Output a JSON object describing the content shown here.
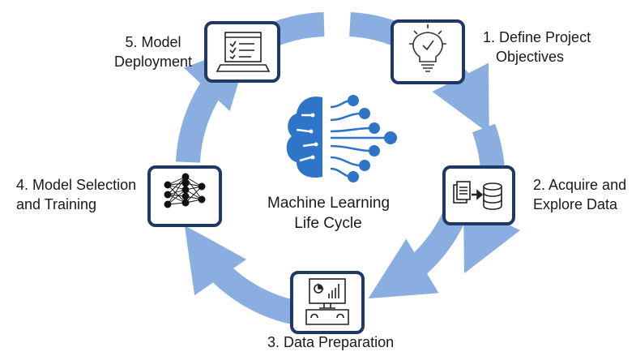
{
  "diagram": {
    "center": {
      "title_line1": "Machine Learning",
      "title_line2": "Life Cycle"
    },
    "steps": [
      {
        "line1": "1. Define Project",
        "line2": "Objectives",
        "icon": "lightbulb-icon"
      },
      {
        "line1": "2. Acquire and",
        "line2": "Explore Data",
        "icon": "document-to-database-icon"
      },
      {
        "line1": "3. Data Preparation",
        "line2": "",
        "icon": "computer-workstation-icon"
      },
      {
        "line1": "4. Model Selection",
        "line2": "and Training",
        "icon": "neural-network-icon"
      },
      {
        "line1": "5. Model",
        "line2": "Deployment",
        "icon": "laptop-checklist-icon"
      }
    ],
    "colors": {
      "arrow": "#8aaee0",
      "box_border": "#1f3864",
      "brain": "#2e74c8",
      "text": "#1a1a1a"
    }
  }
}
